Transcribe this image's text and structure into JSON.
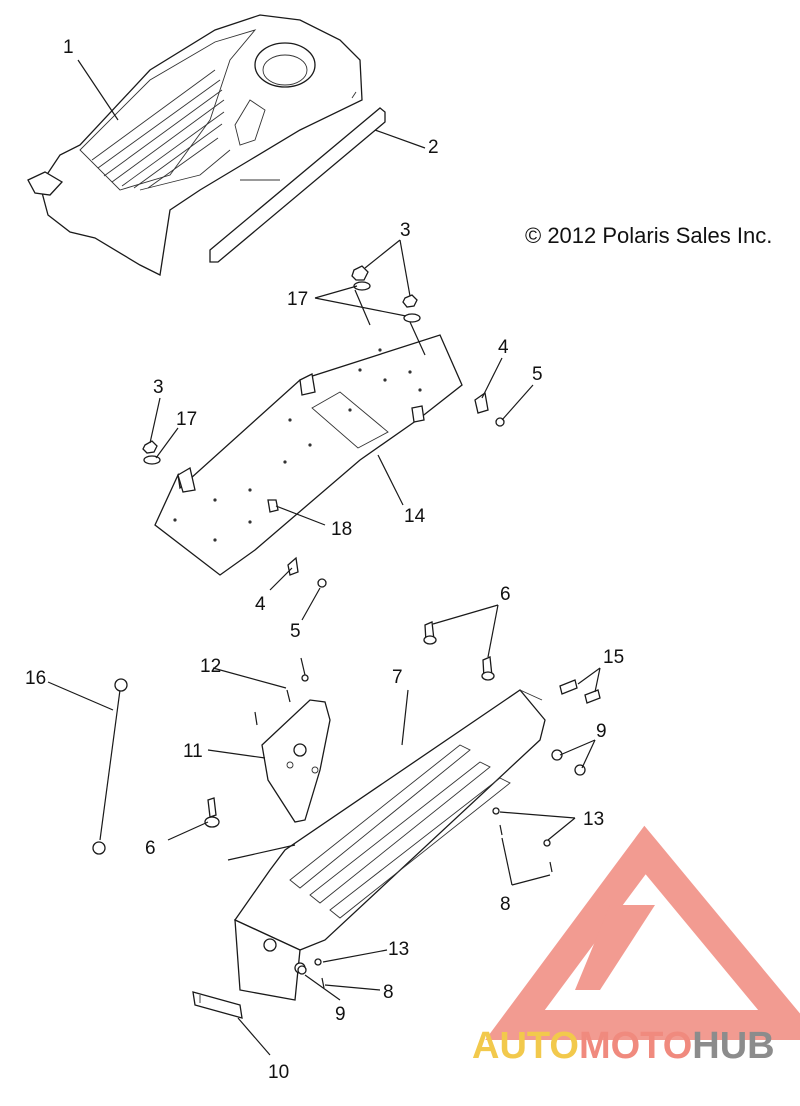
{
  "copyright": "© 2012 Polaris Sales Inc.",
  "watermark": {
    "part1": "AUTO",
    "part2": "MOTO",
    "part3": "HUB",
    "colors": {
      "auto": "#f2c94c",
      "moto": "#f08a7e",
      "hub": "#8c8c8c",
      "logo": "#f08a7e"
    }
  },
  "callouts": {
    "c1": "1",
    "c2": "2",
    "c3a": "3",
    "c3b": "3",
    "c4a": "4",
    "c4b": "4",
    "c5a": "5",
    "c5b": "5",
    "c6a": "6",
    "c6b": "6",
    "c7": "7",
    "c8a": "8",
    "c8b": "8",
    "c9a": "9",
    "c9b": "9",
    "c10": "10",
    "c11": "11",
    "c12": "12",
    "c13a": "13",
    "c13b": "13",
    "c14": "14",
    "c15": "15",
    "c16": "16",
    "c17a": "17",
    "c17b": "17",
    "c18": "18"
  }
}
